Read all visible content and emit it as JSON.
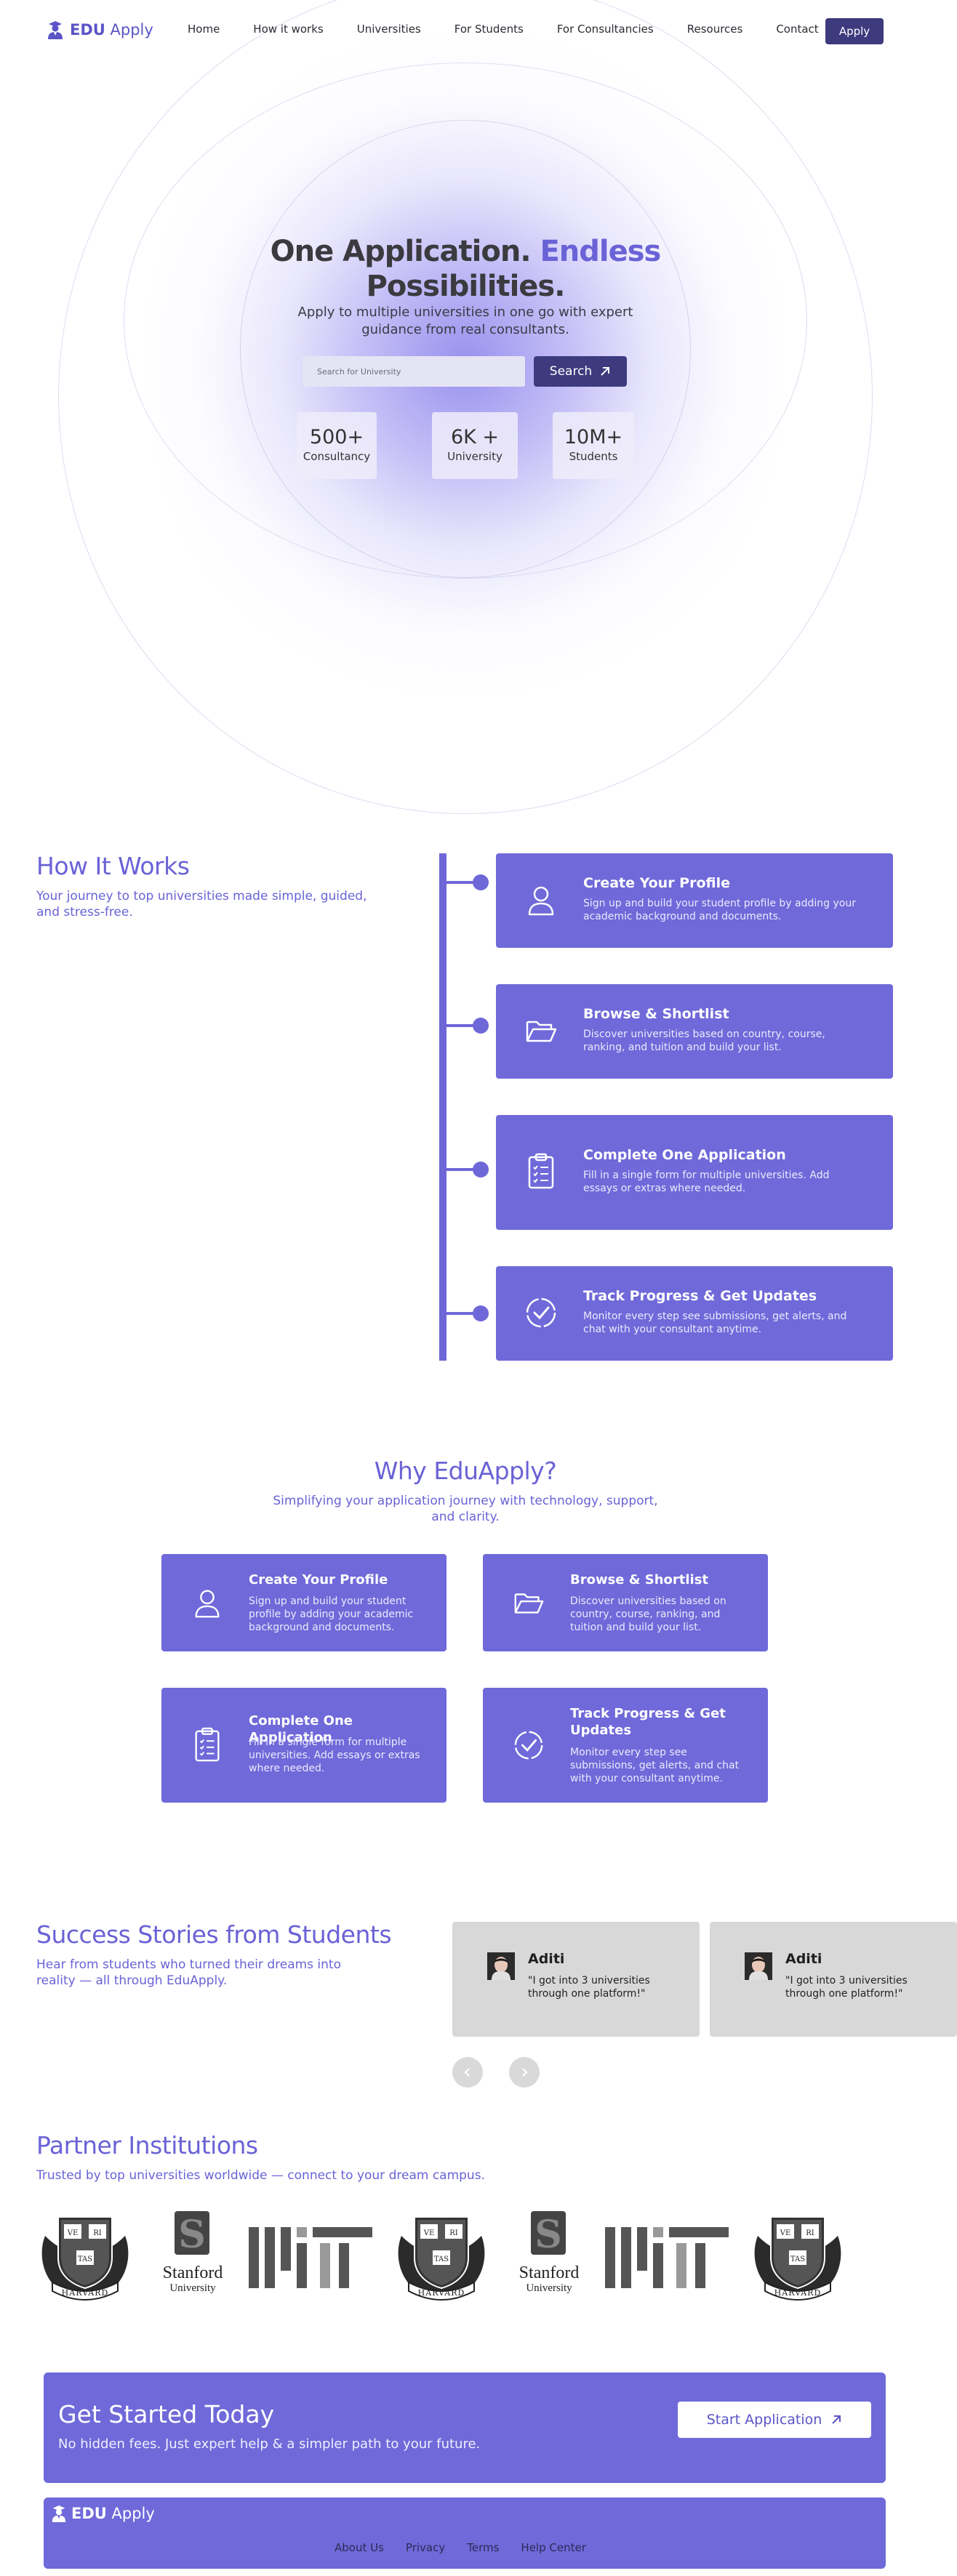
{
  "brand": {
    "name_bold": "EDU",
    "name_rest": " Apply",
    "accent": "#6a62d6",
    "dark": "#3e3a7e"
  },
  "nav": {
    "links": [
      "Home",
      "How it works",
      "Universities",
      "For Students",
      "For Consultancies",
      "Resources",
      "Contact"
    ],
    "apply_label": "Apply"
  },
  "hero": {
    "title_part1": "One Application.",
    "title_accent": "Endless",
    "title_part2": "Possibilities.",
    "subtitle": "Apply to multiple universities in one go with expert guidance from real consultants.",
    "search_placeholder": "Search for University",
    "search_button": "Search",
    "stats": [
      {
        "value": "500+",
        "label": "Consultancy"
      },
      {
        "value": "6K +",
        "label": "University"
      },
      {
        "value": "10M+",
        "label": "Students"
      }
    ]
  },
  "how_it_works": {
    "title": "How It Works",
    "subtitle": "Your journey to top universities made simple, guided, and stress-free.",
    "steps": [
      {
        "icon": "user-icon",
        "title": "Create Your Profile",
        "desc": "Sign up and build your student profile by adding your academic background and documents."
      },
      {
        "icon": "folder-open-icon",
        "title": "Browse & Shortlist",
        "desc": "Discover universities based on country, course, ranking, and tuition and build your list."
      },
      {
        "icon": "clipboard-list-icon",
        "title": "Complete One Application",
        "desc": "Fill in a single form for multiple universities. Add essays or extras where needed."
      },
      {
        "icon": "check-circle-icon",
        "title": "Track Progress & Get Updates",
        "desc": "Monitor every step see submissions, get alerts, and chat with your consultant anytime."
      }
    ]
  },
  "why": {
    "title": "Why EduApply?",
    "subtitle": "Simplifying your application journey with technology, support, and clarity.",
    "cards": [
      {
        "icon": "user-icon",
        "title": "Create Your Profile",
        "desc": "Sign up and build your student profile by adding your academic background and documents."
      },
      {
        "icon": "folder-open-icon",
        "title": "Browse & Shortlist",
        "desc": "Discover universities based on country, course, ranking, and tuition and build your list."
      },
      {
        "icon": "clipboard-list-icon",
        "title": "Complete One Application",
        "desc": "Fill in a single form for multiple universities. Add essays or extras where needed."
      },
      {
        "icon": "check-circle-icon",
        "title": "Track Progress & Get Updates",
        "desc": "Monitor every step see submissions, get alerts, and chat with your consultant anytime."
      }
    ]
  },
  "testimonials": {
    "title": "Success Stories from Students",
    "subtitle": "Hear from students who turned their dreams into reality — all through EduApply.",
    "items": [
      {
        "name": "Aditi",
        "quote": "\"I got into 3 universities through one platform!\""
      },
      {
        "name": "Aditi",
        "quote": "\"I got into 3 universities through one platform!\""
      }
    ]
  },
  "partners": {
    "title": "Partner Institutions",
    "subtitle": "Trusted by top universities worldwide — connect to your dream campus.",
    "harvard": {
      "shield_top_left": "VE",
      "shield_top_right": "RI",
      "shield_bottom": "TAS",
      "banner": "HARVARD"
    },
    "stanford": {
      "letter": "S",
      "name": "Stanford",
      "sub": "University"
    },
    "logos": [
      "harvard",
      "stanford",
      "mit",
      "harvard",
      "stanford",
      "mit",
      "harvard"
    ]
  },
  "cta": {
    "title": "Get Started Today",
    "subtitle": "No hidden fees. Just expert help & a simpler path to your future.",
    "button": "Start Application"
  },
  "footer": {
    "links": [
      "About Us",
      "Privacy",
      "Terms",
      "Help Center"
    ]
  }
}
